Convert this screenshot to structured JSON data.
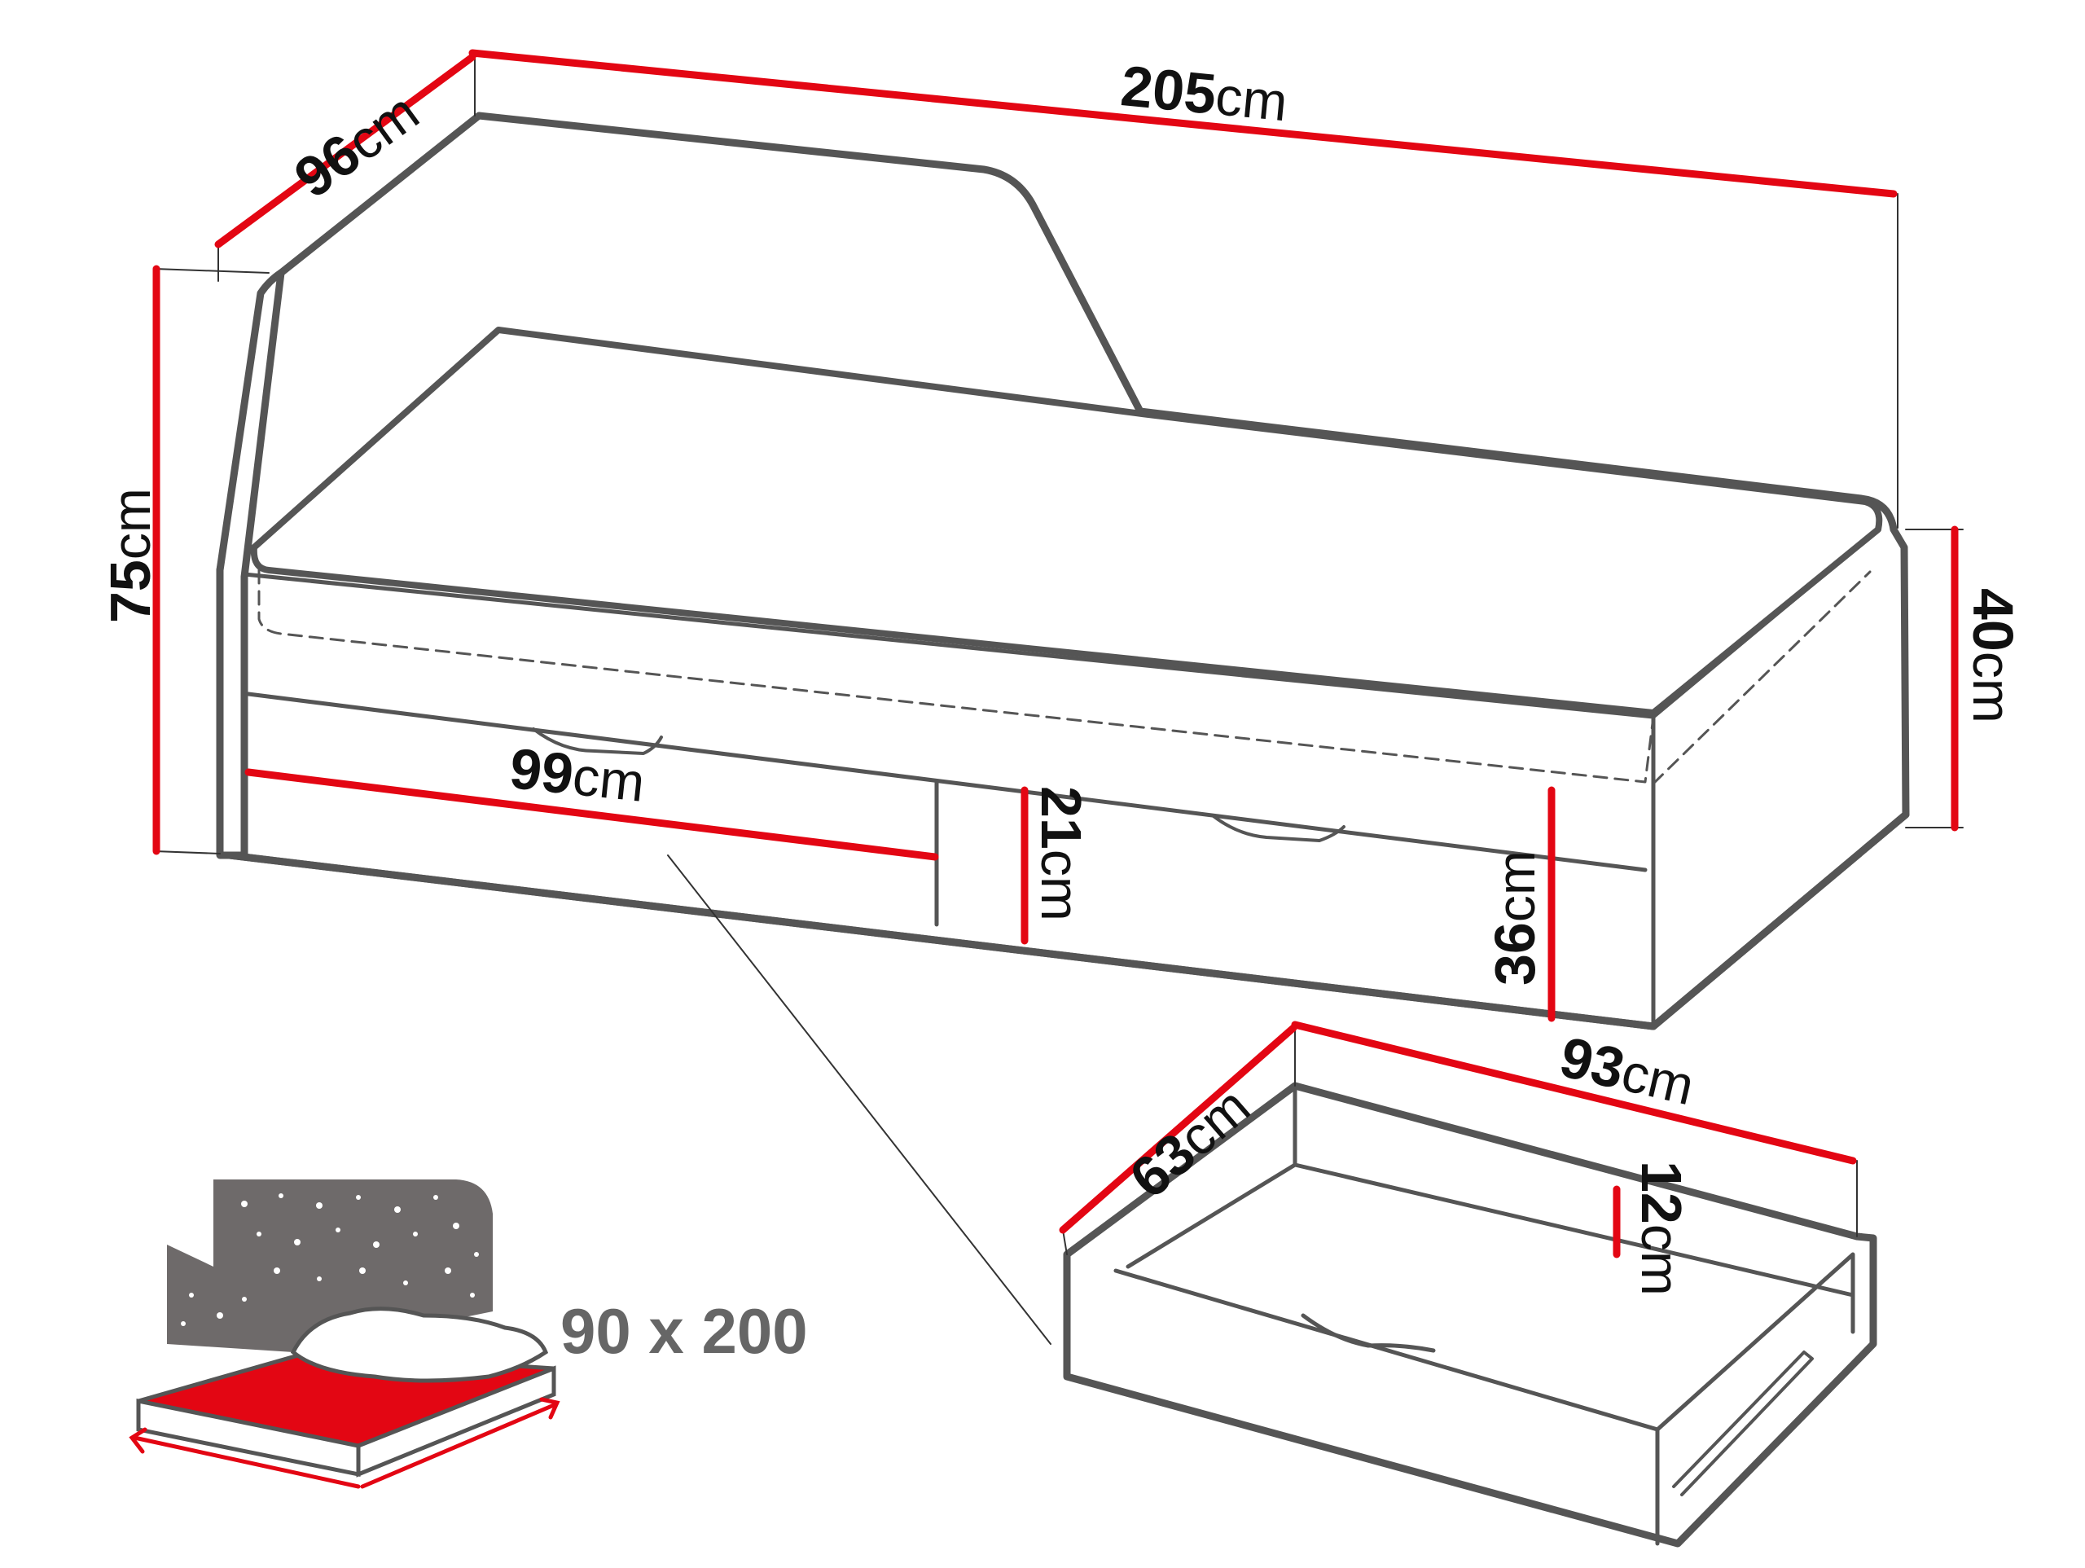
{
  "dimensions": {
    "length": {
      "value": "205",
      "unit": "cm"
    },
    "depth": {
      "value": "96",
      "unit": "cm"
    },
    "height": {
      "value": "75",
      "unit": "cm"
    },
    "side_height": {
      "value": "40",
      "unit": "cm"
    },
    "drawer_front_width": {
      "value": "99",
      "unit": "cm"
    },
    "drawer_front_height": {
      "value": "21",
      "unit": "cm"
    },
    "base_height": {
      "value": "36",
      "unit": "cm"
    },
    "drawer_length": {
      "value": "93",
      "unit": "cm"
    },
    "drawer_depth": {
      "value": "63",
      "unit": "cm"
    },
    "drawer_inner_height": {
      "value": "12",
      "unit": "cm"
    }
  },
  "mattress_size": "90 x 200",
  "colors": {
    "outline": "#555555",
    "dimension_line": "#e30613",
    "mattress_top": "#e30613",
    "headboard_print": "#6e6a6a",
    "star": "#ffffff"
  }
}
